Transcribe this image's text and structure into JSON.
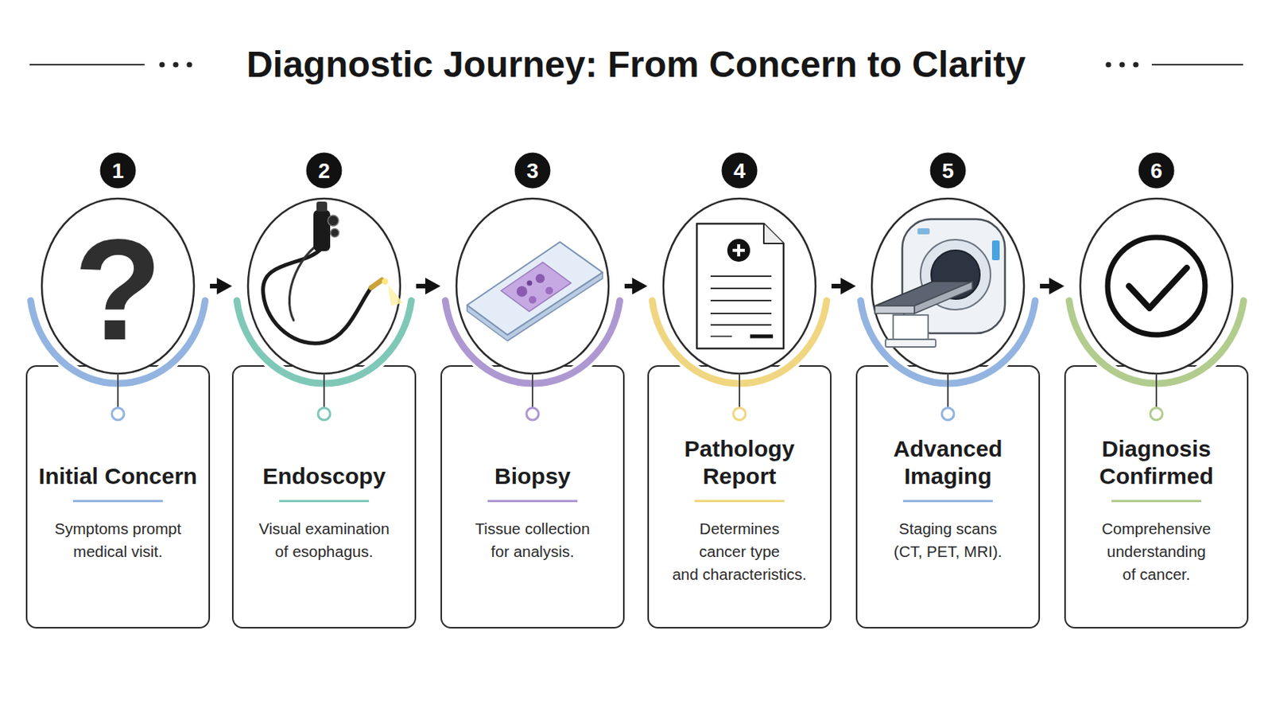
{
  "diagram": {
    "title": "Diagnostic Journey: From Concern to Clarity",
    "nodes": [
      {
        "text": [
          "Initial Concern",
          "Symptoms prompt medical visit."
        ]
      },
      {
        "text": [
          "Endoscopy",
          "Visual examination of esophagus."
        ]
      },
      {
        "text": [
          "Biopsy",
          "Tissue collection for analysis."
        ]
      },
      {
        "text": [
          "Pathology Report",
          "Determines cancer type and characteristics."
        ]
      },
      {
        "text": [
          "Advanced Imaging",
          "Staging scans (CT, PET, MRI)."
        ]
      },
      {
        "text": [
          "Diagnosis Confirmed",
          "Comprehensive understanding of cancer."
        ]
      }
    ],
    "edges": [
      {
        "from": 0,
        "to": 1,
        "arrow": "to"
      },
      {
        "from": 1,
        "to": 2,
        "arrow": "to"
      },
      {
        "from": 2,
        "to": 3,
        "arrow": "to"
      },
      {
        "from": 3,
        "to": 4,
        "arrow": "to"
      },
      {
        "from": 4,
        "to": 5,
        "arrow": "to"
      }
    ],
    "labels": [
      "1",
      "2",
      "3",
      "4",
      "5",
      "6",
      "?"
    ]
  }
}
